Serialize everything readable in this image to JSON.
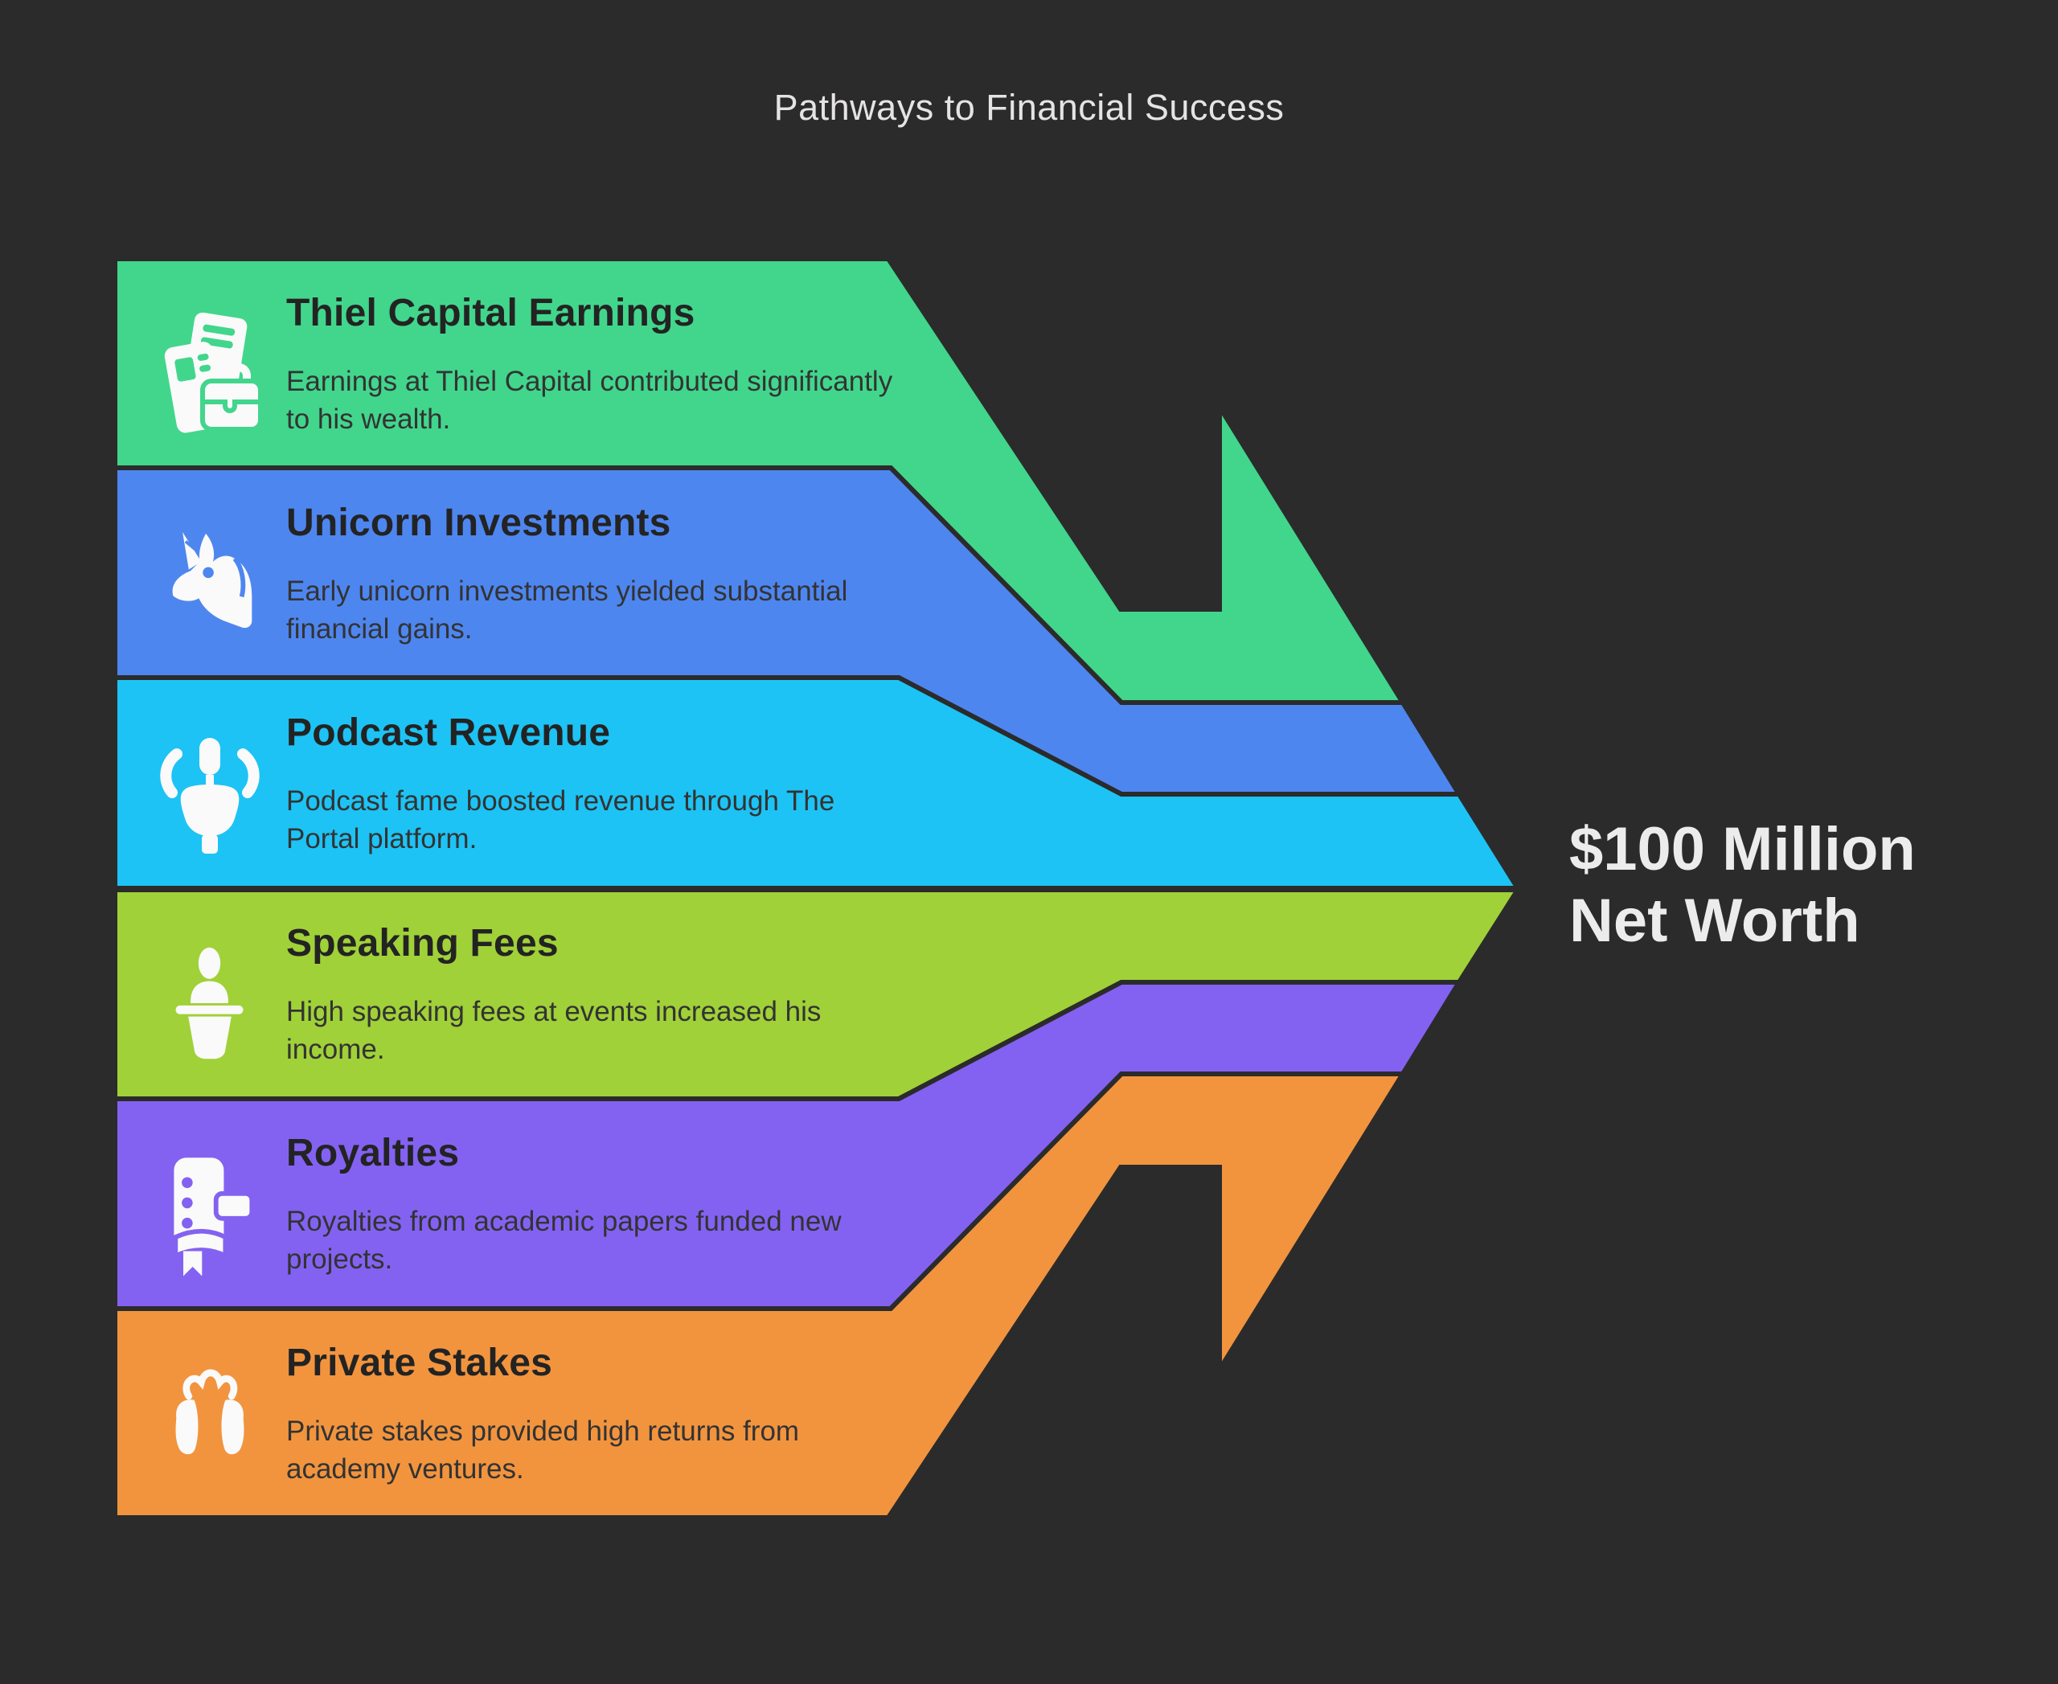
{
  "page_title": "Pathways to Financial Success",
  "background_color": "#2b2b2b",
  "result": {
    "line1": "$100 Million",
    "line2": "Net Worth"
  },
  "bands": [
    {
      "label": "Thiel Capital Earnings",
      "description": "Earnings at Thiel Capital contributed significantly to his wealth.",
      "color": "#41d68c",
      "icon": "documents-briefcase-icon"
    },
    {
      "label": "Unicorn Investments",
      "description": "Early unicorn investments yielded substantial financial gains.",
      "color": "#4e86f0",
      "icon": "unicorn-icon"
    },
    {
      "label": "Podcast Revenue",
      "description": "Podcast fame boosted revenue through The Portal platform.",
      "color": "#1dc3f4",
      "icon": "podcast-microphone-icon"
    },
    {
      "label": "Speaking Fees",
      "description": "High speaking fees at events increased his income.",
      "color": "#a0d138",
      "icon": "speaker-podium-icon"
    },
    {
      "label": "Royalties",
      "description": "Royalties from academic papers funded new projects.",
      "color": "#8362f1",
      "icon": "book-royalties-icon"
    },
    {
      "label": "Private Stakes",
      "description": "Private stakes provided high returns from academy ventures.",
      "color": "#f2943e",
      "icon": "two-people-icon"
    }
  ]
}
